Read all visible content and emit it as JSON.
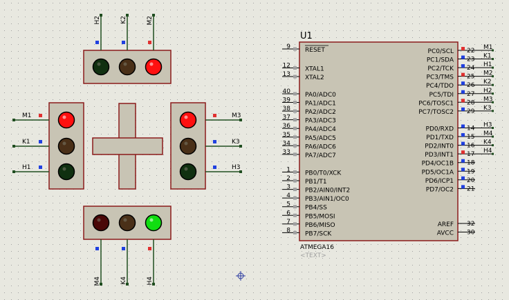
{
  "chip": {
    "ref": "U1",
    "part": "ATMEGA16",
    "text_field": "<TEXT>",
    "left_pins": [
      {
        "num": "9",
        "name": "RESET",
        "overline": true
      },
      {
        "num": "12",
        "name": "XTAL1"
      },
      {
        "num": "13",
        "name": "XTAL2"
      },
      {
        "num": "40",
        "name": "PA0/ADC0"
      },
      {
        "num": "39",
        "name": "PA1/ADC1"
      },
      {
        "num": "38",
        "name": "PA2/ADC2"
      },
      {
        "num": "37",
        "name": "PA3/ADC3"
      },
      {
        "num": "36",
        "name": "PA4/ADC4"
      },
      {
        "num": "35",
        "name": "PA5/ADC5"
      },
      {
        "num": "34",
        "name": "PA6/ADC6"
      },
      {
        "num": "33",
        "name": "PA7/ADC7"
      },
      {
        "num": "1",
        "name": "PB0/T0/XCK"
      },
      {
        "num": "2",
        "name": "PB1/T1"
      },
      {
        "num": "3",
        "name": "PB2/AIN0/INT2"
      },
      {
        "num": "4",
        "name": "PB3/AIN1/OC0"
      },
      {
        "num": "5",
        "name": "PB4/SS"
      },
      {
        "num": "6",
        "name": "PB5/MOSI"
      },
      {
        "num": "7",
        "name": "PB6/MISO"
      },
      {
        "num": "8",
        "name": "PB7/SCK"
      }
    ],
    "right_pins": [
      {
        "num": "22",
        "name": "PC0/SCL",
        "net": "M1",
        "state": "red"
      },
      {
        "num": "23",
        "name": "PC1/SDA",
        "net": "K1",
        "state": "blue"
      },
      {
        "num": "24",
        "name": "PC2/TCK",
        "net": "H1",
        "state": "blue"
      },
      {
        "num": "25",
        "name": "PC3/TMS",
        "net": "M2",
        "state": "red"
      },
      {
        "num": "26",
        "name": "PC4/TDO",
        "net": "K2",
        "state": "blue"
      },
      {
        "num": "27",
        "name": "PC5/TDI",
        "net": "H2",
        "state": "blue"
      },
      {
        "num": "28",
        "name": "PC6/TOSC1",
        "net": "M3",
        "state": "red"
      },
      {
        "num": "29",
        "name": "PC7/TOSC2",
        "net": "K3",
        "state": "blue"
      },
      {
        "num": "14",
        "name": "PD0/RXD",
        "net": "H3",
        "state": "blue"
      },
      {
        "num": "15",
        "name": "PD1/TXD",
        "net": "M4",
        "state": "blue"
      },
      {
        "num": "16",
        "name": "PD2/INT0",
        "net": "K4",
        "state": "blue"
      },
      {
        "num": "17",
        "name": "PD3/INT1",
        "net": "H4",
        "state": "red"
      },
      {
        "num": "18",
        "name": "PD4/OC1B",
        "net": "",
        "state": "blue"
      },
      {
        "num": "19",
        "name": "PD5/OC1A",
        "net": "",
        "state": "blue"
      },
      {
        "num": "20",
        "name": "PD6/ICP1",
        "net": "",
        "state": "blue"
      },
      {
        "num": "21",
        "name": "PD7/OC2",
        "net": "",
        "state": "blue"
      },
      {
        "num": "32",
        "name": "AREF",
        "net": "",
        "state": "none"
      },
      {
        "num": "30",
        "name": "AVCC",
        "net": "",
        "state": "none"
      }
    ]
  },
  "traffic_lights": {
    "top": {
      "labels": [
        "H2",
        "K2",
        "M2"
      ],
      "states": [
        "blue",
        "blue",
        "red"
      ],
      "lamps": [
        "dark-green",
        "dark-yellow",
        "red"
      ]
    },
    "bottom": {
      "labels": [
        "M4",
        "K4",
        "H4"
      ],
      "states": [
        "blue",
        "blue",
        "red"
      ],
      "lamps": [
        "dark-red",
        "dark-yellow",
        "green"
      ]
    },
    "left": {
      "labels": [
        "M1",
        "K1",
        "H1"
      ],
      "states": [
        "red",
        "blue",
        "blue"
      ],
      "lamps": [
        "red",
        "dark-yellow",
        "dark-green"
      ]
    },
    "right": {
      "labels": [
        "M3",
        "K3",
        "H3"
      ],
      "states": [
        "red",
        "blue",
        "blue"
      ],
      "lamps": [
        "red",
        "dark-yellow",
        "dark-green"
      ]
    }
  },
  "colors": {
    "background": "#e8e8e0",
    "dot_grid": "#a0a0a0",
    "body_fill": "#c8c4b4",
    "outline": "#8b1a1a",
    "wire": "#1f4d1f",
    "pin_wire": "#000000",
    "state_red": "#e03030",
    "state_blue": "#2040e0",
    "lamp_red": "#ff1010",
    "lamp_green": "#11dd11",
    "lamp_dark_green": "#103010",
    "lamp_dark_yellow": "#4a3018",
    "lamp_dark_red": "#4a0808"
  }
}
